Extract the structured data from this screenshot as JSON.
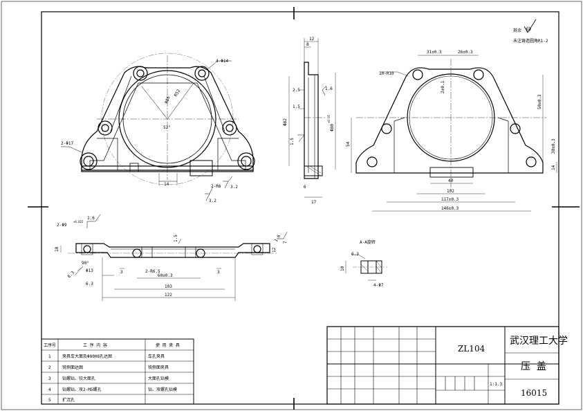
{
  "drawing": {
    "roughness_symbol": "其余",
    "roughness_note": "未注铸造圆角R1-2",
    "section_label": "A-A旋转"
  },
  "front_view": {
    "hole_label": "4-Φ14",
    "hole_label2": "2-Φ17",
    "dim_14": "14",
    "dim_2r6": "2-R6",
    "ra_32a": "3.2",
    "ra_32b": "3.2",
    "angle_52": "52°",
    "dim_r86": "R86",
    "dim_r52": "R52"
  },
  "side_view": {
    "d12": "12",
    "d8": "8",
    "d25": "2.5",
    "d15": "1.5",
    "d16": "1.6",
    "d82": "Φ82",
    "d80": "Φ80",
    "d80tol": "+0.05",
    "d6": "6",
    "d17": "17",
    "ra15": "1.5"
  },
  "right_view": {
    "r10": "10-R10",
    "d31": "31±0.3",
    "d26": "26±0.3",
    "d2": "2±0.1",
    "d50": "50±0.3",
    "d54": "54",
    "d30": "30±0.3",
    "d14": "14",
    "d40": "40",
    "d102": "102",
    "d117": "117±0.3",
    "d146": "146±0.3"
  },
  "bottom_view": {
    "d2phi9": "2-Φ9",
    "tol": "+0.022",
    "d16": "1.6",
    "d10": "10",
    "d90": "90°",
    "phi13": "Φ13",
    "ra63a": "6.3",
    "ra63b": "6.3",
    "ra16": "1.6",
    "d3a": "3",
    "d2r65": "2-R6.5",
    "d60": "60±0.3",
    "d3b": "3",
    "d103": "103",
    "d122": "122",
    "d15": "1.5",
    "d12": "12",
    "d7": "7"
  },
  "section_view": {
    "ra63": "6.3",
    "d10": "10",
    "d4phi7": "4-Φ7"
  },
  "process_table": {
    "headers": [
      "工序号",
      "工 序 内 容",
      "使 用 夹 具"
    ],
    "rows": [
      [
        "1",
        "夹具车大面及Φ80H8孔达图",
        "车孔夹具"
      ],
      [
        "2",
        "铣侧面达图",
        "铣侧面夹具"
      ],
      [
        "3",
        "钻螺钻、铰大面孔",
        "大面孔钻模"
      ],
      [
        "4",
        "钻螺钻、攻2-M5螺孔",
        "钻、攻螺孔钻模"
      ],
      [
        "5",
        "扩沉孔",
        ""
      ]
    ]
  },
  "title_block": {
    "part_code": "ZL104",
    "school": "武汉理工大学",
    "part_name": "压  盖",
    "scale": "1:1.3",
    "drawing_no": "16015"
  }
}
